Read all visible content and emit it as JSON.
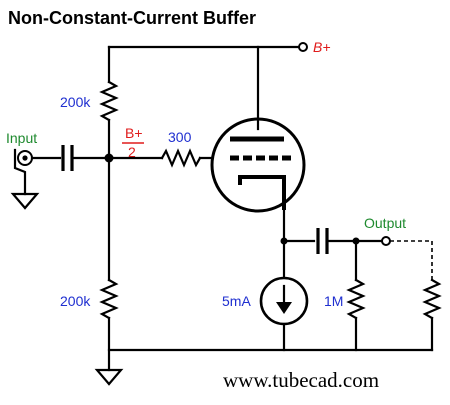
{
  "title": "Non-Constant-Current Buffer",
  "supply_label": "B+",
  "bias_label_top": "B+",
  "bias_label_bottom": "2",
  "labels": {
    "r_top": "200k",
    "r_bottom": "200k",
    "r_grid": "300",
    "current_source": "5mA",
    "r_load": "1M",
    "input": "Input",
    "output": "Output"
  },
  "website": "www.tubecad.com",
  "colors": {
    "component_labels": "#1f2fd0",
    "supply_labels": "#e01b1b",
    "io_labels": "#1e8a2e",
    "wires": "#000000"
  },
  "icons": [
    "triode-tube-icon",
    "resistor-icon",
    "capacitor-icon",
    "current-source-icon",
    "ground-icon",
    "input-jack-icon",
    "terminal-icon"
  ]
}
